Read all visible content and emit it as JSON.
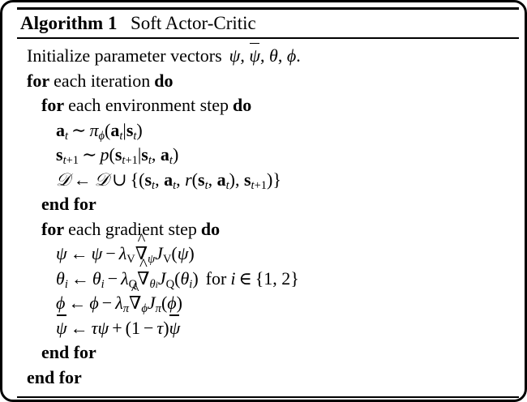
{
  "document": {
    "type": "algorithm-pseudocode-block",
    "title_prefix": "Algorithm 1",
    "title_name": "Soft Actor-Critic",
    "background_color": "#ffffff",
    "text_color": "#000000"
  },
  "lines": [
    {
      "id": "line-1",
      "indent": 0,
      "kind": "statement",
      "text": "Initialize parameter vectors ψ, ψ̄, θ, φ."
    },
    {
      "id": "line-2",
      "indent": 0,
      "kind": "for-loop-open",
      "text": "for each iteration do"
    },
    {
      "id": "line-3",
      "indent": 1,
      "kind": "for-loop-open",
      "text": "for each environment step do"
    },
    {
      "id": "line-4",
      "indent": 2,
      "kind": "equation",
      "text": "a_t ∼ π_φ(a_t|s_t)"
    },
    {
      "id": "line-5",
      "indent": 2,
      "kind": "equation",
      "text": "s_{t+1} ∼ p(s_{t+1}|s_t, a_t)"
    },
    {
      "id": "line-6",
      "indent": 2,
      "kind": "equation",
      "text": "D ← D ∪ {(s_t, a_t, r(s_t, a_t), s_{t+1})}"
    },
    {
      "id": "line-7",
      "indent": 1,
      "kind": "for-loop-close",
      "text": "end for"
    },
    {
      "id": "line-8",
      "indent": 1,
      "kind": "for-loop-open",
      "text": "for each gradient step do"
    },
    {
      "id": "line-9",
      "indent": 2,
      "kind": "equation",
      "text": "ψ ← ψ − λ_V ∇̂_ψ J_V(ψ)"
    },
    {
      "id": "line-10",
      "indent": 2,
      "kind": "equation",
      "text": "θ_i ← θ_i − λ_Q ∇̂_{θ_i} J_Q(θ_i) for i ∈ {1, 2}"
    },
    {
      "id": "line-11",
      "indent": 2,
      "kind": "equation",
      "text": "φ ← φ − λ_π ∇̂_φ J_π(φ)"
    },
    {
      "id": "line-12",
      "indent": 2,
      "kind": "equation",
      "text": "ψ̄ ← τψ + (1 − τ)ψ̄"
    },
    {
      "id": "line-13",
      "indent": 1,
      "kind": "for-loop-close",
      "text": "end for"
    },
    {
      "id": "line-14",
      "indent": 0,
      "kind": "for-loop-close",
      "text": "end for"
    }
  ],
  "keywords": {
    "for": "for",
    "do": "do",
    "end_for": "end for",
    "each_iteration": "each iteration",
    "each_environment_step": "each environment step",
    "each_gradient_step": "each gradient step",
    "initialize_text": "Initialize parameter vectors",
    "for_italic": "for"
  },
  "symbols": {
    "psi": "ψ",
    "psi_bar": "ψ̄",
    "theta": "θ",
    "phi": "φ",
    "tau": "τ",
    "pi": "π",
    "lambda": "λ",
    "nabla_hat": "∇̂",
    "script_D": "𝒟",
    "arrow_left": "←",
    "sim": "∼",
    "cup": "∪",
    "in": "∈",
    "minus": "−",
    "plus": "+",
    "comma": ",",
    "period": ".",
    "mid": "|"
  }
}
